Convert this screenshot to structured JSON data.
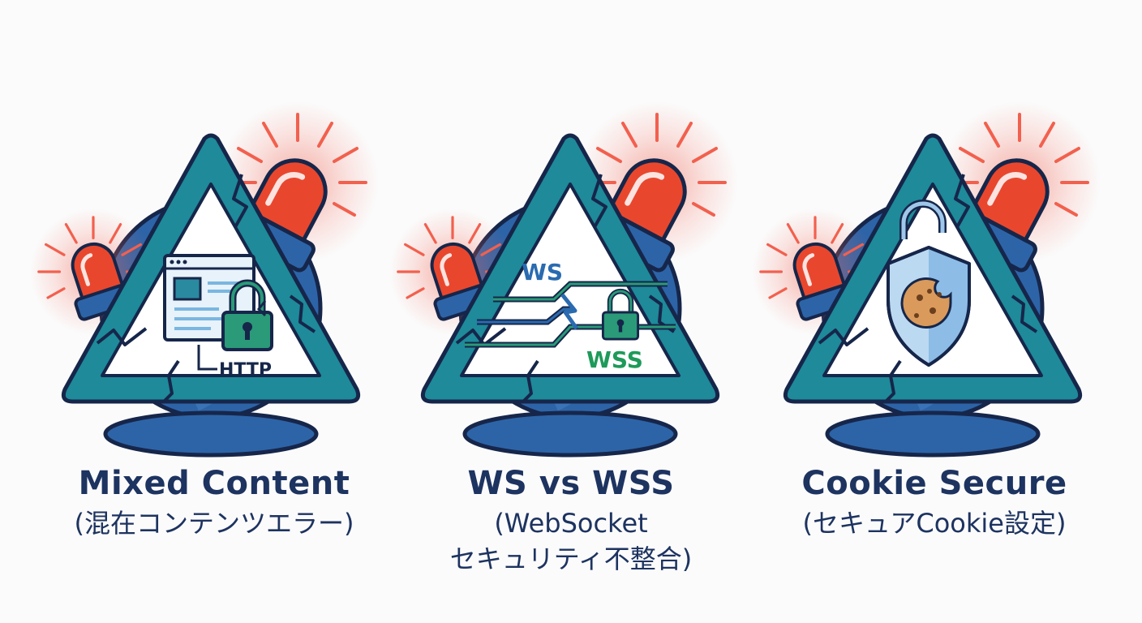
{
  "cards": [
    {
      "title": "Mixed Content",
      "subtitle_lines": [
        "(混在コンテンツエラー)"
      ],
      "icon_label": "HTTP"
    },
    {
      "title": "WS vs WSS",
      "subtitle_lines": [
        "(WebSocket",
        "セキュリティ不整合)"
      ],
      "label_insecure": "WS",
      "label_secure": "WSS"
    },
    {
      "title": "Cookie Secure",
      "subtitle_lines": [
        "(セキュアCookie設定)"
      ]
    }
  ],
  "colors": {
    "triangle": "#1e8a9a",
    "outline": "#16264a",
    "bell": "#2d64a8",
    "alarm": "#e8472e",
    "glow": "#f26b5b",
    "ws_blue": "#2a6bb0",
    "wss_green": "#1e9a5a",
    "caption": "#1d3360"
  },
  "icons": [
    "alarm-light-icon",
    "browser-window-icon",
    "padlock-icon",
    "cookie-icon",
    "shield-icon"
  ]
}
